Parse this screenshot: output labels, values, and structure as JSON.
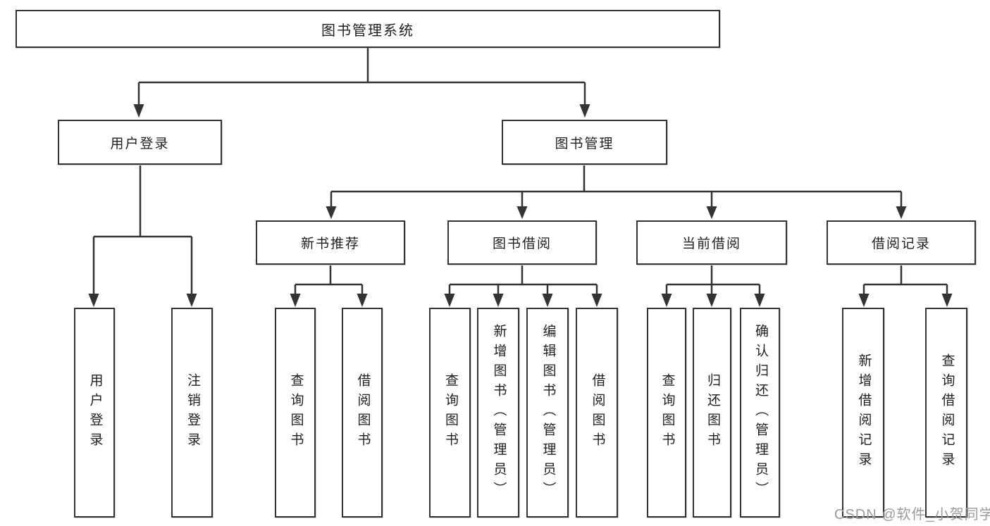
{
  "colors": {
    "line": "#333333",
    "box_border": "#333333",
    "text": "#1f1f1f",
    "watermark": "#9b9b9d",
    "background": "#ffffff"
  },
  "root": {
    "label": "图书管理系统"
  },
  "level1": {
    "userLogin": {
      "label": "用户登录"
    },
    "bookMgmt": {
      "label": "图书管理"
    }
  },
  "level2": {
    "newBookRec": {
      "label": "新书推荐"
    },
    "bookBorrow": {
      "label": "图书借阅"
    },
    "currentBorrow": {
      "label": "当前借阅"
    },
    "borrowRecords": {
      "label": "借阅记录"
    }
  },
  "leaves": {
    "userLogin": "用户登录",
    "logout": "注销登录",
    "queryBooksRec": "查询图书",
    "borrowBooksRec": "借阅图书",
    "queryBooksBorrow": "查询图书",
    "addBookAdmin": "新增图书（管理员）",
    "editBookAdmin": "编辑图书（管理员）",
    "borrowBooksBorrow": "借阅图书",
    "queryBooksCurrent": "查询图书",
    "returnBook": "归还图书",
    "confirmReturnAdmin": "确认归还（管理员）",
    "addBorrowRecord": "新增借阅记录",
    "queryBorrowRecord": "查询借阅记录"
  },
  "watermark": {
    "text": "CSDN @软件_小贺同学"
  }
}
